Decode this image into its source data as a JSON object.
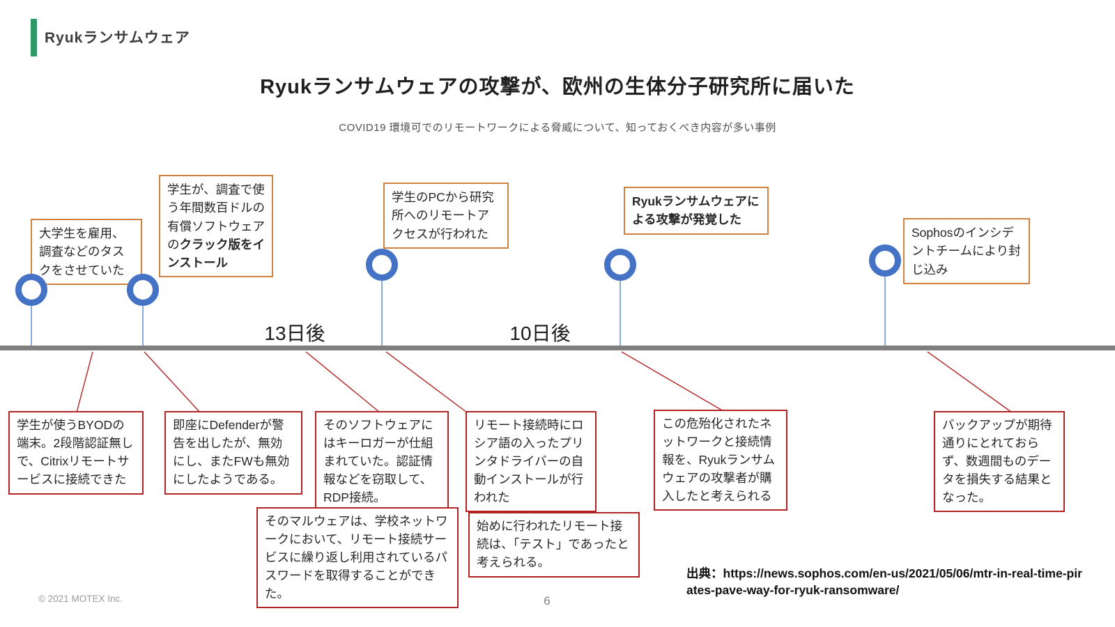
{
  "slide": {
    "kicker": "Ryukランサムウェア",
    "title": "Ryukランサムウェアの攻撃が、欧州の生体分子研究所に届いた",
    "subtitle": "COVID19 環境可でのリモートワークによる脅威について、知っておくべき内容が多い事例",
    "source": "出典：https://news.sophos.com/en-us/2021/05/06/mtr-in-real-time-pirates-pave-way-for-ryuk-ransomware/",
    "copyright": "© 2021 MOTEX Inc.",
    "page_number": "6"
  },
  "timeline": {
    "duration_labels": [
      {
        "label": "13日後"
      },
      {
        "label": "10日後"
      }
    ],
    "events_above": [
      {
        "text": "大学生を雇用、調査などのタスクをさせていた"
      },
      {
        "text": "学生が、調査で使う年間数百ドルの有償ソフトウェアの",
        "text_bold": "クラック版をインストール"
      },
      {
        "text": "学生のPCから研究所へのリモートアクセスが行われた"
      },
      {
        "text_bold": "Ryukランサムウェアによる攻撃が発覚した"
      },
      {
        "text": "Sophosのインシデントチームにより封じ込み"
      }
    ],
    "notes_below": [
      {
        "text": "学生が使うBYODの端末。2段階認証無しで、Citrixリモートサービスに接続できた"
      },
      {
        "text": "即座にDefenderが警告を出したが、無効にし、またFWも無効にしたようである。"
      },
      {
        "text": "そのソフトウェアにはキーロガーが仕組まれていた。認証情報などを窃取して、RDP接続。"
      },
      {
        "text": "リモート接続時にロシア語の入ったプリンタドライバーの自動インストールが行われた"
      },
      {
        "text": "この危殆化されたネットワークと接続情報を、Ryukランサムウェアの攻撃者が購入したと考えられる"
      },
      {
        "text": "バックアップが期待通りにとれておらず、数週間ものデータを損失する結果となった。"
      },
      {
        "text": "そのマルウェアは、学校ネットワークにおいて、リモート接続サービスに繰り返し利用されているパスワードを取得することができた。"
      },
      {
        "text": "始めに行われたリモート接続は、「テスト」であったと考えられる。"
      }
    ]
  },
  "colors": {
    "accent_green": "#2E9A66",
    "circle_blue": "#4472C4",
    "stem_blue": "#6B96CE",
    "box_orange": "#D0813F",
    "box_red": "#B22222",
    "timeline_gray": "#7F7F7F"
  }
}
